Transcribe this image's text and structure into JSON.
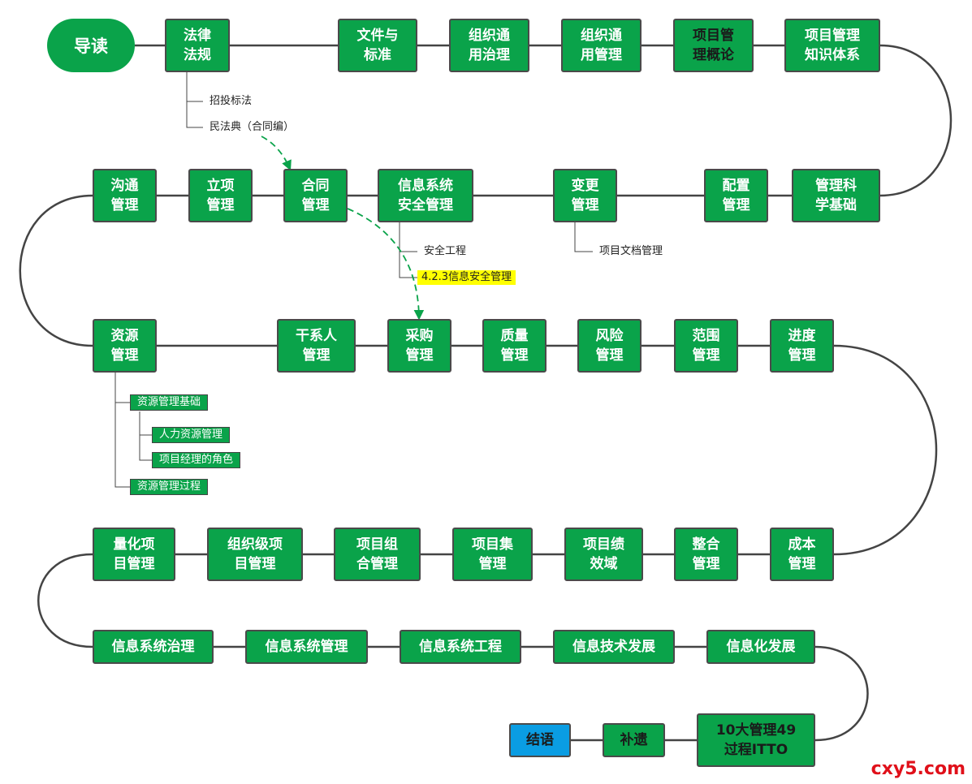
{
  "start": "导读",
  "row1": [
    "法律\n法规",
    "文件与\n标准",
    "组织通\n用治理",
    "组织通\n用管理",
    "项目管\n理概论",
    "项目管理\n知识体系"
  ],
  "row2": [
    "沟通\n管理",
    "立项\n管理",
    "合同\n管理",
    "信息系统\n安全管理",
    "变更\n管理",
    "配置\n管理",
    "管理科\n学基础"
  ],
  "row3": [
    "资源\n管理",
    "干系人\n管理",
    "采购\n管理",
    "质量\n管理",
    "风险\n管理",
    "范围\n管理",
    "进度\n管理"
  ],
  "row4": [
    "量化项\n目管理",
    "组织级项\n目管理",
    "项目组\n合管理",
    "项目集\n管理",
    "项目绩\n效域",
    "整合\n管理",
    "成本\n管理"
  ],
  "row5": [
    "信息系统治理",
    "信息系统管理",
    "信息系统工程",
    "信息技术发展",
    "信息化发展"
  ],
  "row6": [
    "结语",
    "补遗",
    "10大管理49\n过程ITTO"
  ],
  "law_children": [
    "招投标法",
    "民法典（合同编）"
  ],
  "security_children": [
    "安全工程",
    "4.2.3信息安全管理"
  ],
  "change_children": [
    "项目文档管理"
  ],
  "resource_children": [
    "资源管理基础",
    "人力资源管理",
    "项目经理的角色",
    "资源管理过程"
  ],
  "watermark": "cxy5.com",
  "colors": {
    "node": "#0aa34a",
    "end_node": "#0a9de3",
    "highlight": "#ffff00",
    "arrow": "#0aa34a"
  }
}
